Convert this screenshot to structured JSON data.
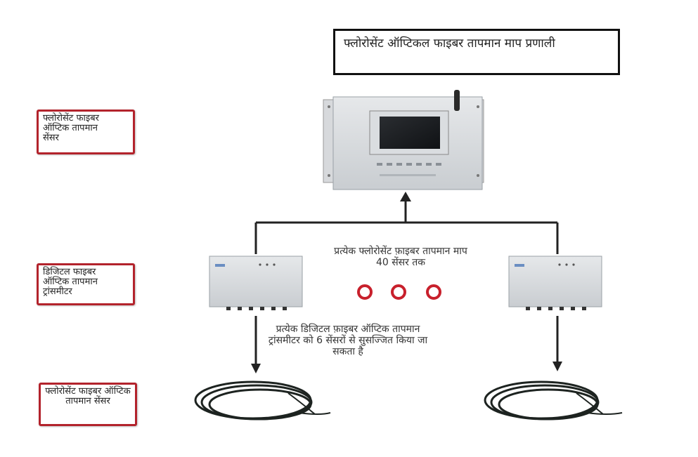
{
  "title": "फ्लोरोसेंट ऑप्टिकल फाइबर तापमान माप प्रणाली",
  "left_labels": {
    "sensor_top": "फ्लोरोसेंट फाइबर ऑप्टिक तापमान सेंसर",
    "transmitter": "डिजिटल फाइबर ऑप्टिक तापमान ट्रांसमीटर",
    "sensor_bottom": "फ्लोरोसेंट फाइबर ऑप्टिक तापमान सेंसर"
  },
  "notes": {
    "per_system": "प्रत्येक फ्लोरोसेंट फ़ाइबर तापमान माप 40 सेंसर तक",
    "per_transmitter": "प्रत्येक डिजिटल फ़ाइबर ऑप्टिक तापमान ट्रांसमीटर को 6 सेंसरों से सुसज्जित किया जा सकता है"
  },
  "colors": {
    "label_border": "#b3232c",
    "ring": "#c8202c",
    "connector_line": "#222222"
  }
}
